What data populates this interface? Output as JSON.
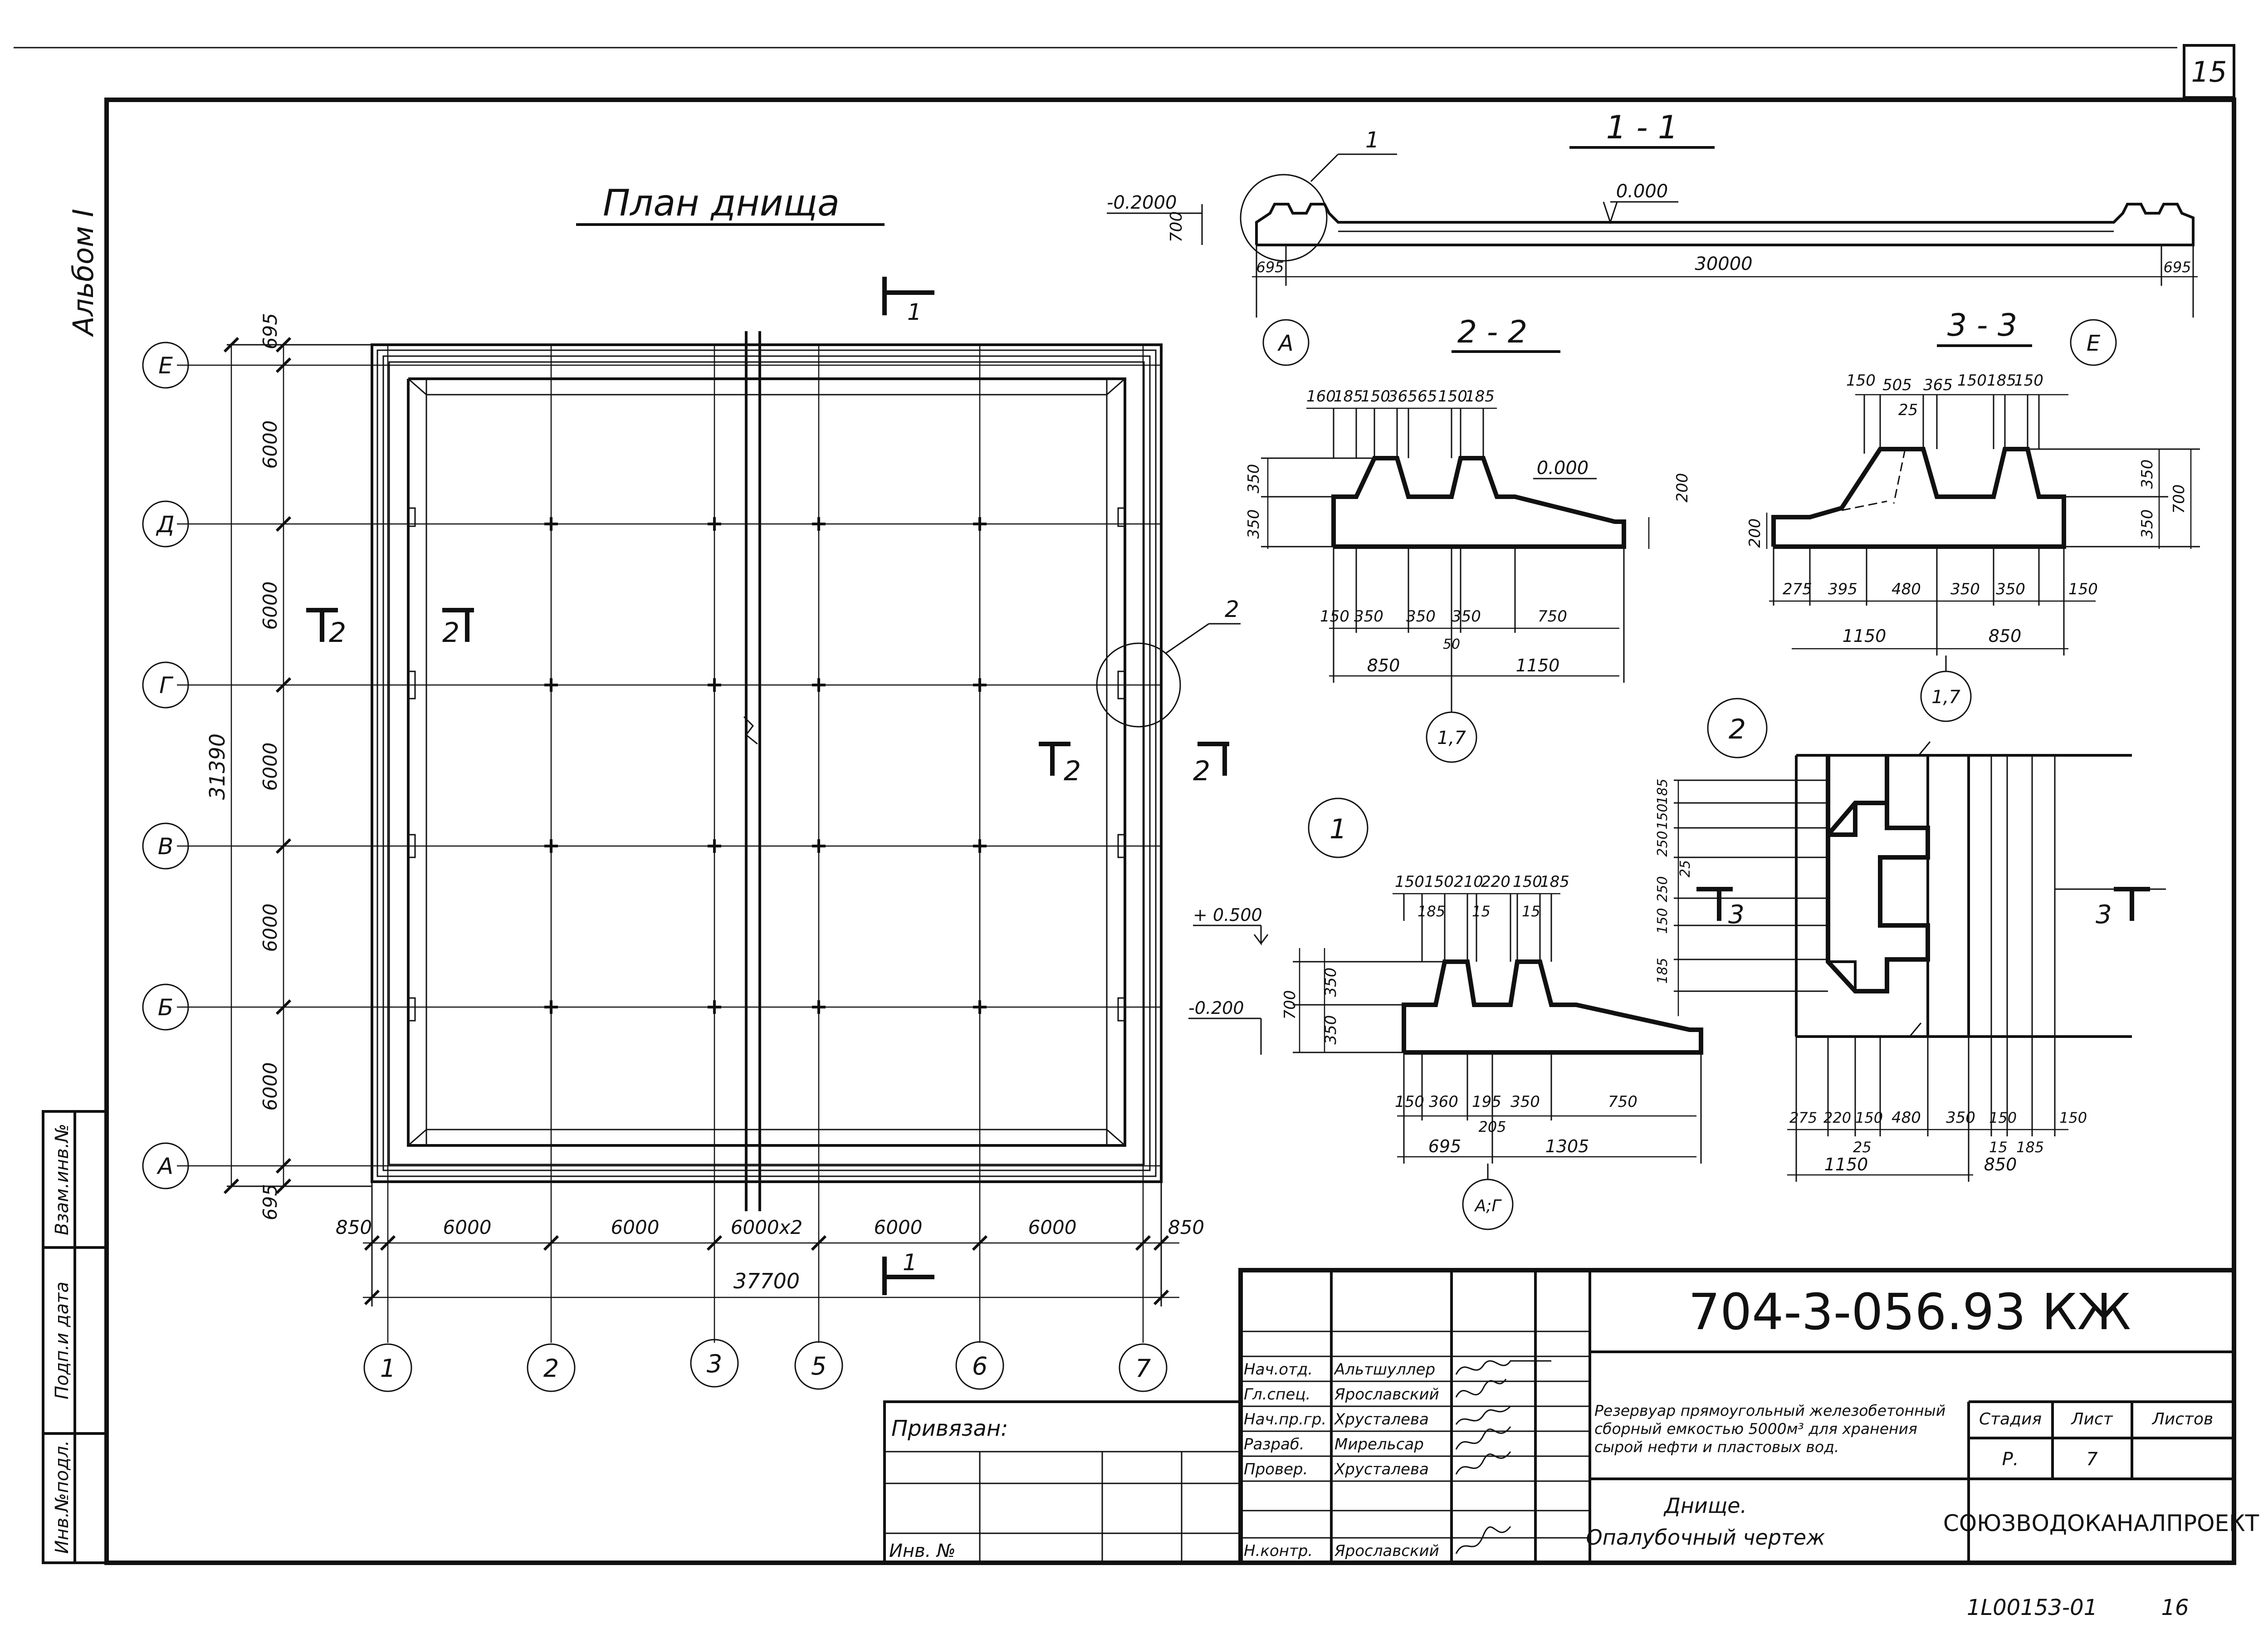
{
  "sheet": {
    "page_number_top": "15",
    "album": "Альбом I",
    "footer_code": "1L00153-01",
    "footer_page": "16"
  },
  "plan": {
    "title": "План днища",
    "axes_rows": [
      "Е",
      "Д",
      "Г",
      "В",
      "Б",
      "А"
    ],
    "axes_cols": [
      "1",
      "2",
      "3",
      "5",
      "6",
      "7"
    ],
    "row_dims": [
      "695",
      "6000",
      "6000",
      "6000",
      "6000",
      "6000",
      "695"
    ],
    "total_height": "31390",
    "col_dims": [
      "850",
      "6000",
      "6000",
      "6000x2",
      "6000",
      "6000",
      "850"
    ],
    "total_width": "37700",
    "section_marks": {
      "s1_top": "1",
      "s1_bottom": "1",
      "s2_left_a": "2",
      "s2_left_b": "2",
      "s2_right_a": "2",
      "s2_right_b": "2",
      "node2": "2"
    }
  },
  "section_1_1": {
    "title": "1 - 1",
    "callout": "1",
    "level_left": "-0.2000",
    "dim_700": "700",
    "level_mid": "0.000",
    "dim_left": "695",
    "dim_span": "30000",
    "dim_right": "695",
    "axis_left": "А",
    "axis_right": "Е"
  },
  "section_2_2": {
    "title": "2 - 2",
    "top_dims": [
      "160",
      "185",
      "150",
      "365",
      "65",
      "150",
      "185"
    ],
    "level": "0.000",
    "v_dims": [
      "350",
      "350"
    ],
    "right_dim": "200",
    "bottom_dims": [
      "150",
      "350",
      "350",
      "350",
      "750"
    ],
    "dim_50": "50",
    "totals": [
      "850",
      "1150"
    ],
    "axis": "1,7"
  },
  "section_3_3": {
    "title": "3 - 3",
    "top_dims": [
      "150",
      "505",
      "365",
      "150",
      "185",
      "150"
    ],
    "dim_25": "25",
    "left_dim": "200",
    "right_dims": [
      "350",
      "350",
      "700"
    ],
    "bottom_dims": [
      "275",
      "395",
      "480",
      "350",
      "350",
      "150"
    ],
    "totals": [
      "1150",
      "850"
    ],
    "axis": "1,7"
  },
  "node_1": {
    "label": "1",
    "top_dims": [
      "150",
      "150",
      "210",
      "220",
      "150",
      "185"
    ],
    "inner_dims": [
      "185",
      "15",
      "15"
    ],
    "level_top": "+ 0.500",
    "level_bottom": "-0.200",
    "v_dims": [
      "350",
      "350",
      "700"
    ],
    "bottom_dims": [
      "150",
      "360",
      "195",
      "350",
      "750"
    ],
    "dim_205": "205",
    "totals": [
      "695",
      "1305"
    ],
    "axis": "А;Г"
  },
  "node_2": {
    "label": "2",
    "left_dims": [
      "185",
      "150",
      "250",
      "25",
      "250",
      "150",
      "185"
    ],
    "cut_left": "3",
    "cut_right": "3",
    "bottom_dims": [
      "275",
      "220",
      "150",
      "480",
      "350",
      "150",
      "150"
    ],
    "sub_dims": [
      "25",
      "15",
      "185"
    ],
    "totals": [
      "1150",
      "850"
    ]
  },
  "title_block": {
    "code": "704-3-056.93 КЖ",
    "privyazan": "Привязан:",
    "inv": "Инв. №",
    "roles": [
      "Нач.отд.",
      "Гл.спец.",
      "Нач.пр.гр.",
      "Разраб.",
      "Провер.",
      "Н.контр."
    ],
    "names": [
      "Альтшуллер",
      "Ярославский",
      "Хрусталева",
      "Мирельсар",
      "Хрусталева",
      "Ярославский"
    ],
    "project": "Резервуар прямоугольный железобетонный сборный емкостью 5000м³ для хранения сырой нефти и пластовых вод.",
    "sheet_title_1": "Днище.",
    "sheet_title_2": "Опалубочный чертеж",
    "stage_h": "Стадия",
    "sheet_h": "Лист",
    "sheets_h": "Листов",
    "stage": "Р.",
    "sheet": "7",
    "sheets": "",
    "org": "СОЮЗВОДОКАНАЛПРОЕКТ",
    "side_labels": [
      "Взам.инв.№",
      "Подп.и дата",
      "Инв.№подл."
    ]
  }
}
